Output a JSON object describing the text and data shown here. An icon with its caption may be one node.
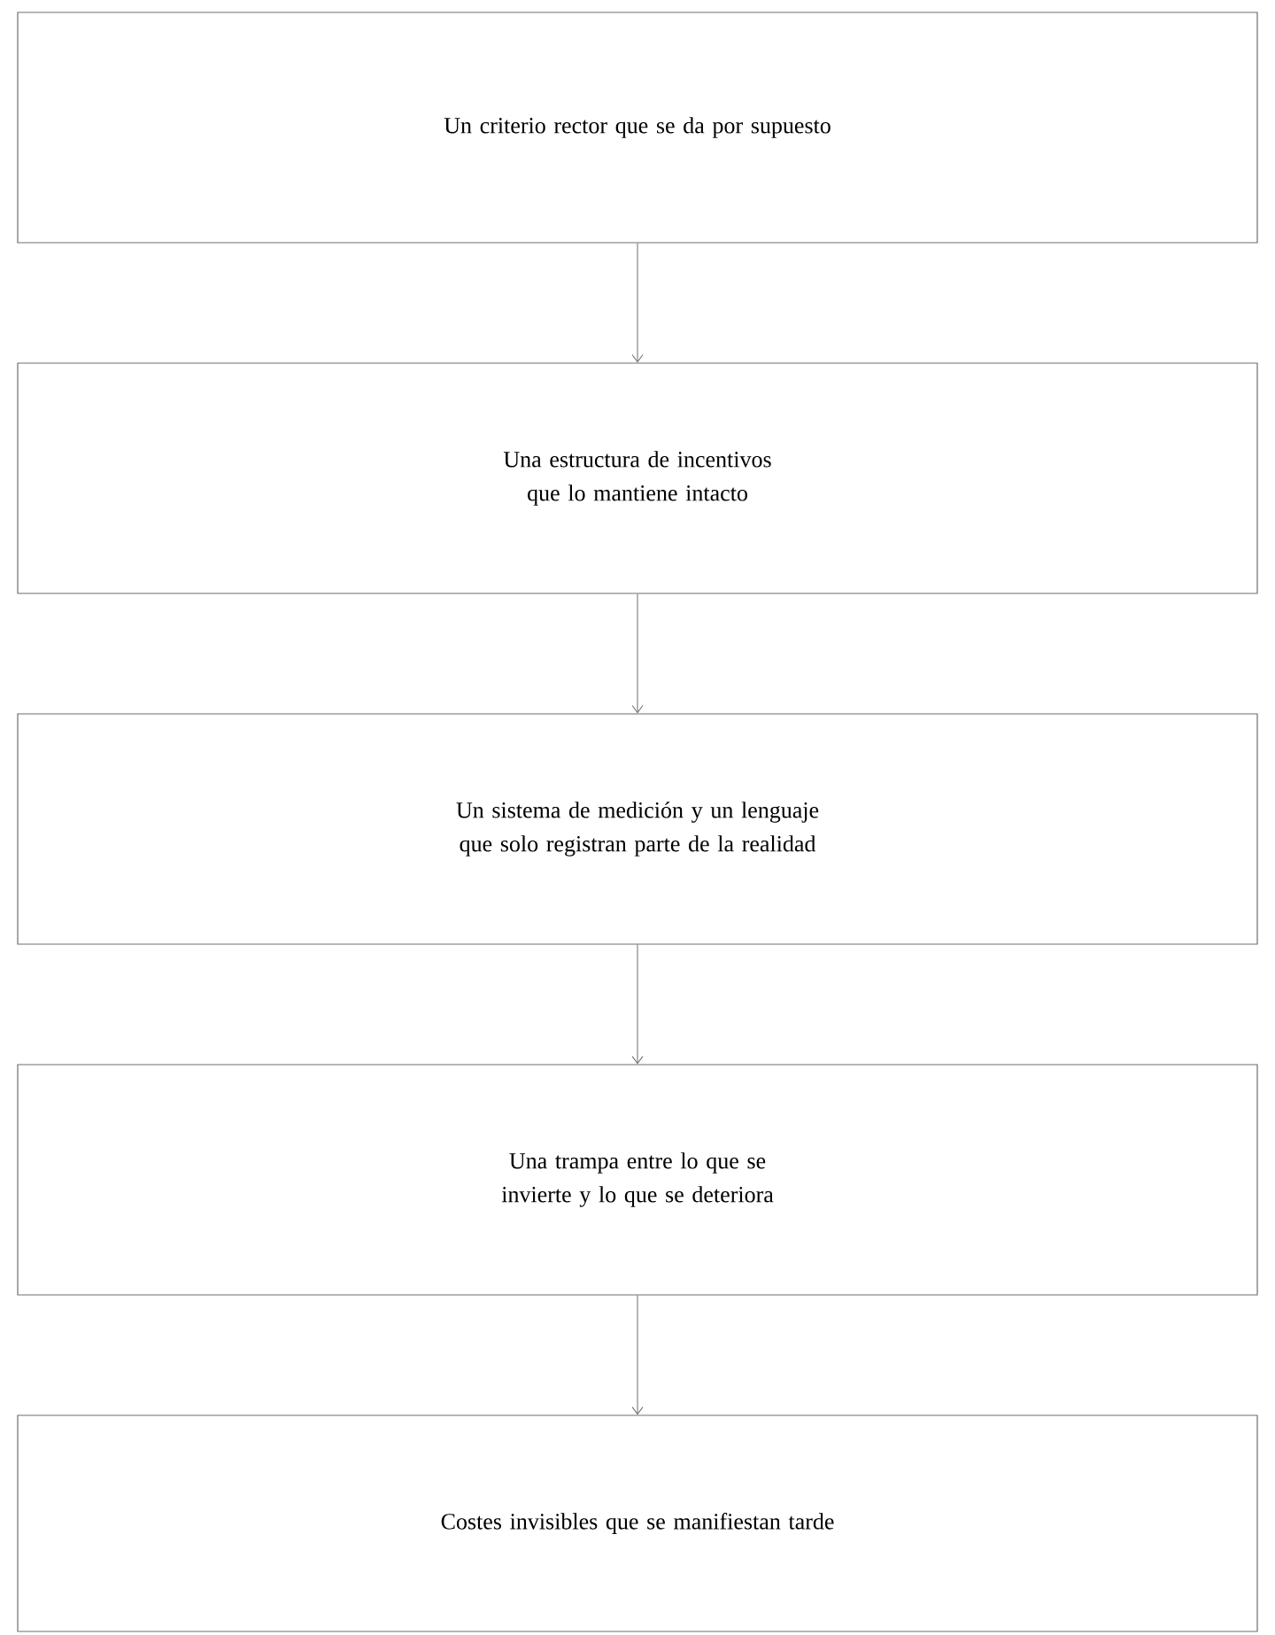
{
  "diagram": {
    "nodes": [
      {
        "text": [
          "Un criterio rector que se da por supuesto"
        ]
      },
      {
        "text": [
          "Una estructura de incentivos que lo mantiene intacto"
        ]
      },
      {
        "text": [
          "Un sistema de medición y un lenguaje que solo registran parte de la realidad"
        ]
      },
      {
        "text": [
          "Una trampa entre lo que se invierte y lo que se deteriora"
        ]
      },
      {
        "text": [
          "Costes invisibles que se manifiestan tarde"
        ]
      }
    ],
    "edges": [
      {
        "from": 0,
        "to": 1,
        "arrow": "to"
      },
      {
        "from": 1,
        "to": 2,
        "arrow": "to"
      },
      {
        "from": 2,
        "to": 3,
        "arrow": "to"
      },
      {
        "from": 3,
        "to": 4,
        "arrow": "to"
      }
    ]
  }
}
